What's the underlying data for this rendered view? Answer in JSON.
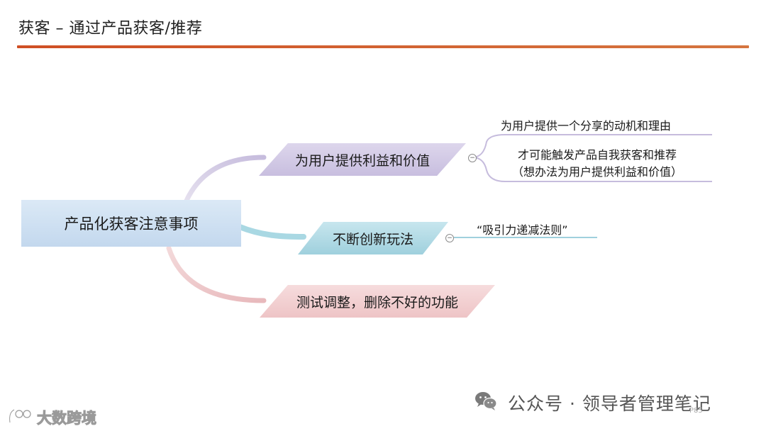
{
  "title": "获客 – 通过产品获客/推荐",
  "colors": {
    "accent": "#cf4f24",
    "purple": "#c8bedf",
    "teal": "#9fd0dd",
    "pink": "#eec4c6",
    "root": "#c3d8ee"
  },
  "mindmap": {
    "root": "产品化获客注意事项",
    "branches": [
      {
        "label": "为用户提供利益和价值",
        "children": [
          {
            "lines": [
              "为用户提供一个分享的动机和理由"
            ]
          },
          {
            "lines": [
              "才可能触发产品自我获客和推荐",
              "（想办法为用户提供利益和价值）"
            ]
          }
        ]
      },
      {
        "label": "不断创新玩法",
        "children": [
          {
            "lines": [
              "“吸引力递减法则”"
            ]
          }
        ]
      },
      {
        "label": "测试调整，删除不好的功能",
        "children": []
      }
    ]
  },
  "footer": {
    "source": "公众号 · 领导者管理笔记",
    "page": "P85",
    "watermark": "大数跨境"
  }
}
